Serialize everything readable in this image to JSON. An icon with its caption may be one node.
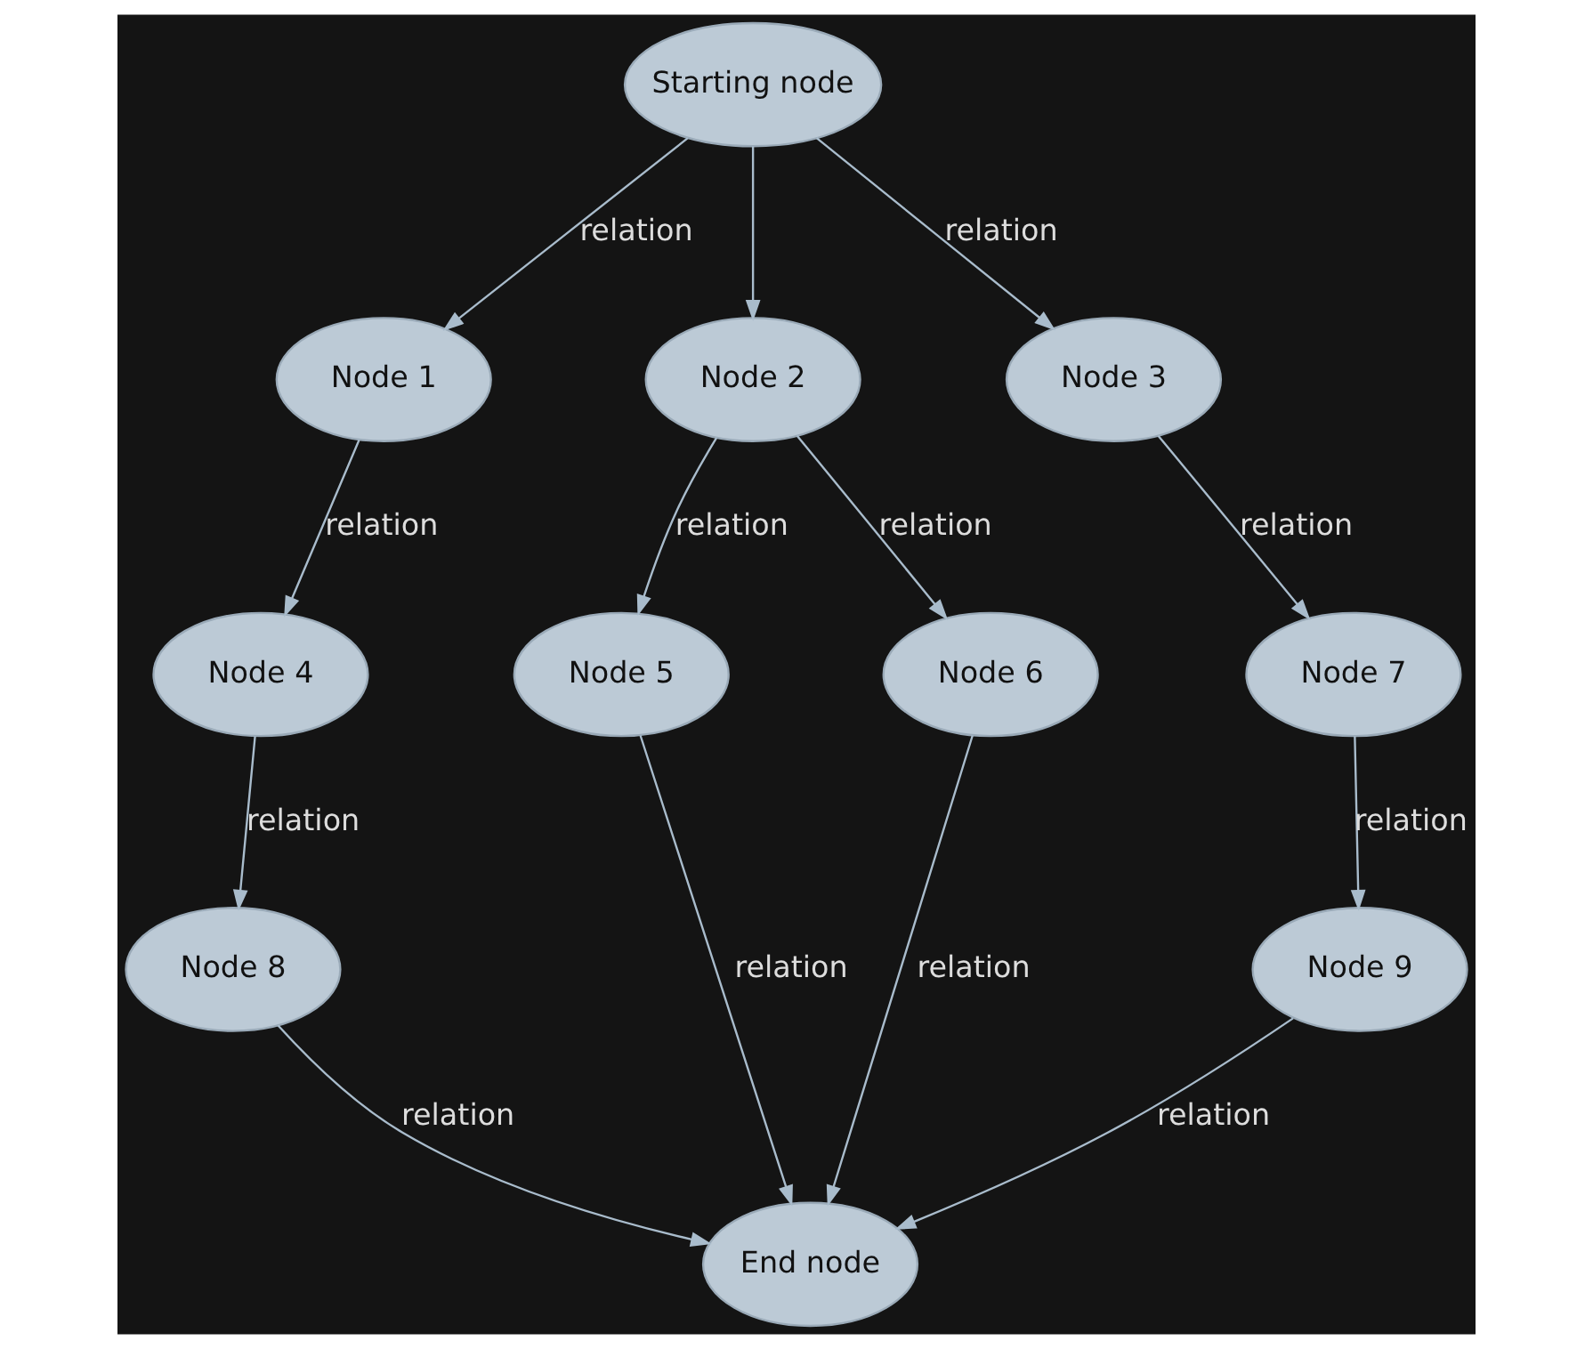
{
  "diagram": {
    "nodes": [
      {
        "text": [
          "Starting node"
        ]
      },
      {
        "text": [
          "Node 1"
        ]
      },
      {
        "text": [
          "Node 2"
        ]
      },
      {
        "text": [
          "Node 3"
        ]
      },
      {
        "text": [
          "Node 4"
        ]
      },
      {
        "text": [
          "Node 5"
        ]
      },
      {
        "text": [
          "Node 6"
        ]
      },
      {
        "text": [
          "Node 7"
        ]
      },
      {
        "text": [
          "Node 8"
        ]
      },
      {
        "text": [
          "Node 9"
        ]
      },
      {
        "text": [
          "End node"
        ]
      }
    ],
    "edges": [
      {
        "from": 0,
        "to": 1,
        "arrow": "to",
        "label": "relation"
      },
      {
        "from": 0,
        "to": 2,
        "arrow": "to"
      },
      {
        "from": 0,
        "to": 3,
        "arrow": "to",
        "label": "relation"
      },
      {
        "from": 1,
        "to": 4,
        "arrow": "to",
        "label": "relation"
      },
      {
        "from": 2,
        "to": 5,
        "arrow": "to",
        "label": "relation"
      },
      {
        "from": 2,
        "to": 6,
        "arrow": "to",
        "label": "relation"
      },
      {
        "from": 3,
        "to": 7,
        "arrow": "to",
        "label": "relation"
      },
      {
        "from": 4,
        "to": 8,
        "arrow": "to",
        "label": "relation"
      },
      {
        "from": 5,
        "to": 10,
        "arrow": "to",
        "label": "relation"
      },
      {
        "from": 6,
        "to": 10,
        "arrow": "to",
        "label": "relation"
      },
      {
        "from": 7,
        "to": 9,
        "arrow": "to",
        "label": "relation"
      },
      {
        "from": 8,
        "to": 10,
        "arrow": "to",
        "label": "relation"
      },
      {
        "from": 9,
        "to": 10,
        "arrow": "to",
        "label": "relation"
      }
    ]
  }
}
